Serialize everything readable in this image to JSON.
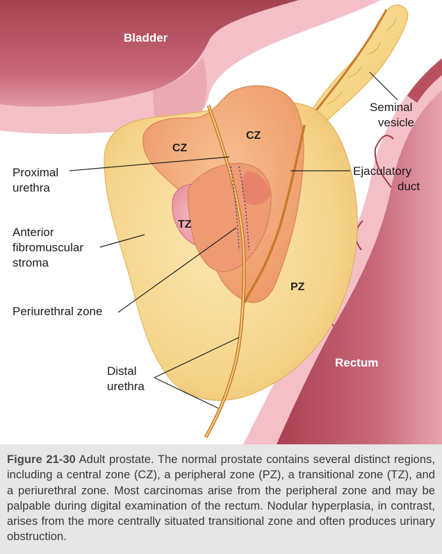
{
  "labels": {
    "bladder": "Bladder",
    "rectum": "Rectum",
    "seminal_vesicle_1": "Seminal",
    "seminal_vesicle_2": "vesicle",
    "cz_left": "CZ",
    "cz_right": "CZ",
    "tz": "TZ",
    "pz": "PZ",
    "proximal_urethra_1": "Proximal",
    "proximal_urethra_2": "urethra",
    "ejaculatory_duct_1": "Ejaculatory",
    "ejaculatory_duct_2": "duct",
    "afs_1": "Anterior",
    "afs_2": "fibromuscular",
    "afs_3": "stroma",
    "periurethral_zone": "Periurethral zone",
    "distal_urethra_1": "Distal",
    "distal_urethra_2": "urethra"
  },
  "caption": {
    "figure_number": "Figure 21-30",
    "text": " Adult prostate. The normal prostate contains several distinct regions, including a central zone (CZ), a peripheral zone (PZ), a transitional zone (TZ), and a periurethral zone. Most carcinomas arise from the peripheral zone and may be palpable during digital examination of the rectum. Nodular hyperplasia, in contrast, arises from the more centrally situated transitional zone and often produces urinary obstruction."
  },
  "colors": {
    "bladder_wall": "#f2b3bd",
    "bladder_lumen": "#c05a6c",
    "rectum_outer": "#f0a9b4",
    "rectum_inner": "#b9505f",
    "peripheral_zone": "#f6d58c",
    "central_zone": "#f2a474",
    "transitional_zone": "#f0a0aa",
    "urethra": "#c87a2a",
    "seminal_vesicle": "#f9dc8e",
    "caption_band": "#e6e6e7"
  }
}
